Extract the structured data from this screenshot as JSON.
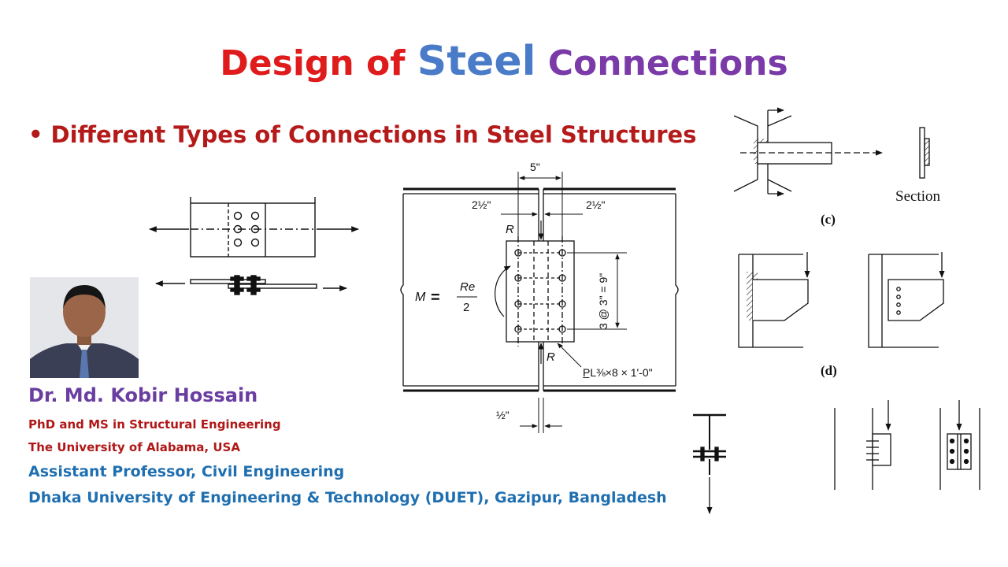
{
  "title": {
    "part1": "Design of ",
    "part2": "Steel",
    "part3": " Connections"
  },
  "bullet": {
    "symbol": "•",
    "text": "Different Types of Connections in Steel Structures"
  },
  "figure_labels": {
    "dim_5": "5\"",
    "dim_2half_left": "2½\"",
    "dim_2half_right": "2½\"",
    "dim_half": "½\"",
    "reaction_top": "R",
    "reaction_bottom": "R",
    "moment_m": "M",
    "moment_eq": "=",
    "moment_num": "Re",
    "moment_den": "2",
    "spacing": "3 @ 3\" = 9\"",
    "plate": "P̲L⅜×8 × 1'-0\"",
    "section": "Section",
    "label_c": "(c)",
    "label_d": "(d)"
  },
  "author": {
    "name": "Dr. Md. Kobir Hossain",
    "degree": "PhD and MS in Structural Engineering",
    "university": "The University of Alabama, USA",
    "position": "Assistant Professor, Civil Engineering",
    "institution": "Dhaka University of Engineering & Technology (DUET), Gazipur, Bangladesh"
  },
  "colors": {
    "title_red": "#e01b1b",
    "title_blue": "#4a7bc8",
    "title_purple": "#7a3aa8",
    "dark_red": "#b51a1a",
    "blue": "#1f6fb0",
    "name_purple": "#6a3ea1"
  }
}
